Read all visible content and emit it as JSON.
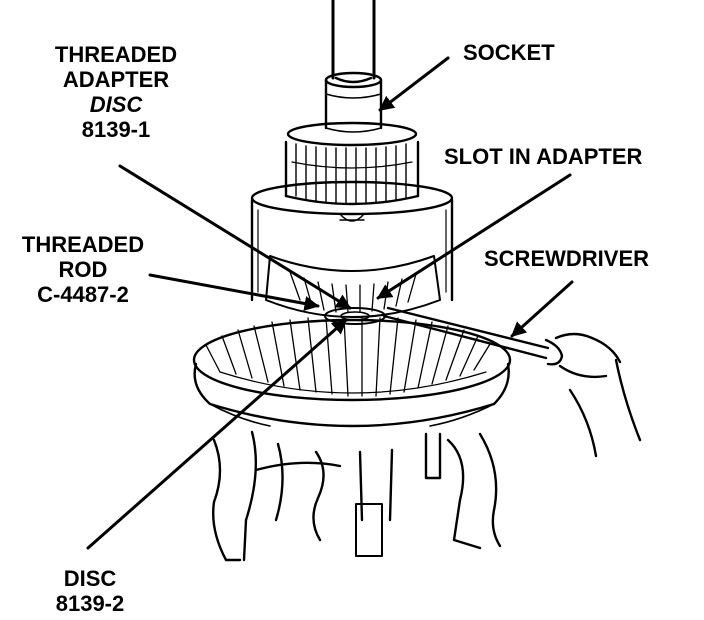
{
  "colors": {
    "ink": "#000000",
    "paper": "#ffffff"
  },
  "labels": {
    "threaded_adapter": {
      "line1": "THREADED",
      "line2": "ADAPTER",
      "line3": "DISC",
      "line4": "8139-1"
    },
    "socket": "SOCKET",
    "slot_in_adapter": "SLOT IN ADAPTER",
    "threaded_rod": {
      "line1": "THREADED",
      "line2": "ROD",
      "line3": "C-4487-2"
    },
    "screwdriver": "SCREWDRIVER",
    "disc_bottom": {
      "line1": "DISC",
      "line2": "8139-2"
    }
  }
}
